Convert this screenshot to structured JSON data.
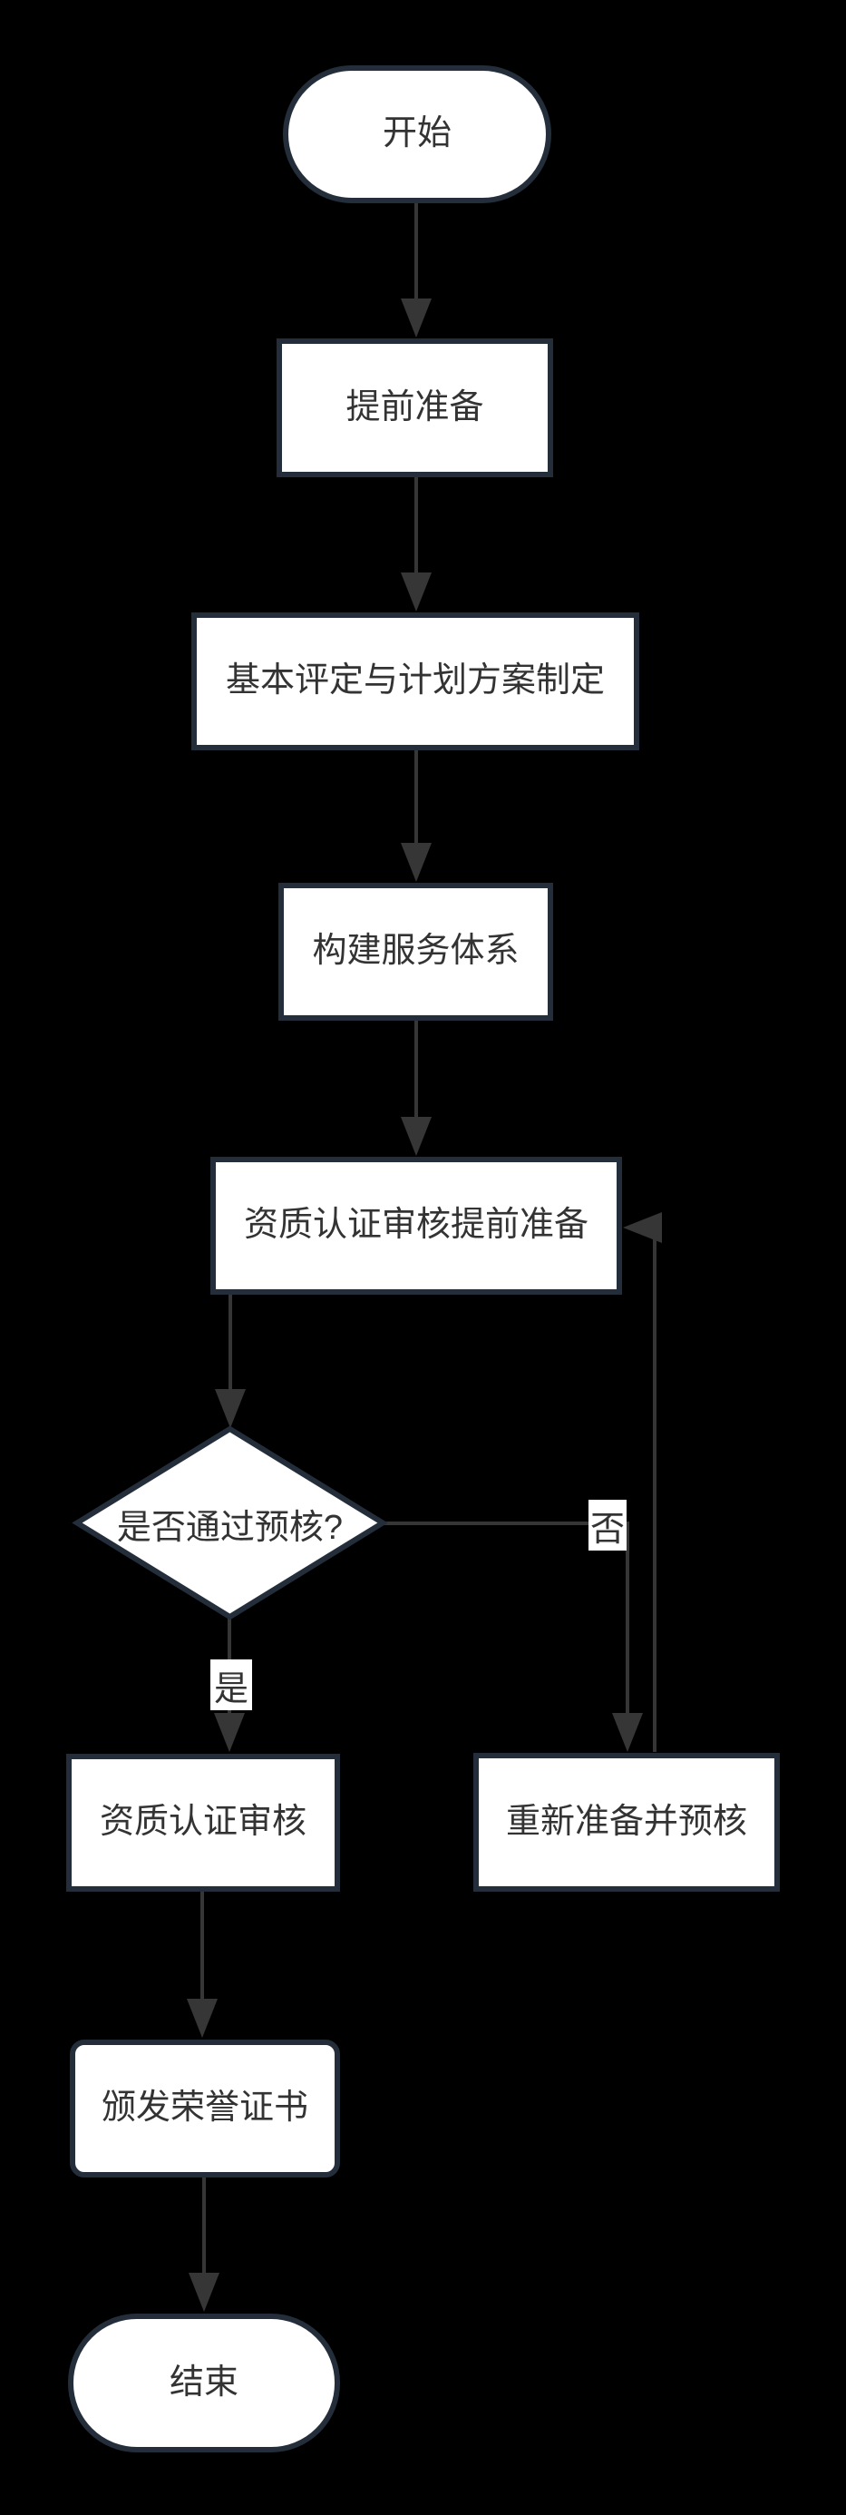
{
  "diagram": {
    "type": "flowchart",
    "direction": "top-down",
    "colors": {
      "background": "#000000",
      "node_fill": "#ffffff",
      "node_border": "#242e3a",
      "edge": "#363636",
      "text": "#333333"
    },
    "nodes": [
      {
        "id": "start",
        "shape": "stadium",
        "label": "开始"
      },
      {
        "id": "prepare",
        "shape": "rect",
        "label": "提前准备"
      },
      {
        "id": "plan",
        "shape": "rect",
        "label": "基本评定与计划方案制定"
      },
      {
        "id": "service",
        "shape": "rect",
        "label": "构建服务体系"
      },
      {
        "id": "audit_prep",
        "shape": "rect",
        "label": "资质认证审核提前准备"
      },
      {
        "id": "decision",
        "shape": "diamond",
        "label": "是否通过预核?"
      },
      {
        "id": "audit",
        "shape": "rect",
        "label": "资质认证审核"
      },
      {
        "id": "redo",
        "shape": "rect",
        "label": "重新准备并预核"
      },
      {
        "id": "certificate",
        "shape": "rounded",
        "label": "颁发荣誉证书"
      },
      {
        "id": "end",
        "shape": "stadium",
        "label": "结束"
      }
    ],
    "edges": [
      {
        "from": "start",
        "to": "prepare"
      },
      {
        "from": "prepare",
        "to": "plan"
      },
      {
        "from": "plan",
        "to": "service"
      },
      {
        "from": "service",
        "to": "audit_prep"
      },
      {
        "from": "audit_prep",
        "to": "decision"
      },
      {
        "from": "decision",
        "to": "audit",
        "label": "是"
      },
      {
        "from": "decision",
        "to": "redo",
        "label": "否"
      },
      {
        "from": "redo",
        "to": "audit_prep"
      },
      {
        "from": "audit",
        "to": "certificate"
      },
      {
        "from": "certificate",
        "to": "end"
      }
    ]
  }
}
